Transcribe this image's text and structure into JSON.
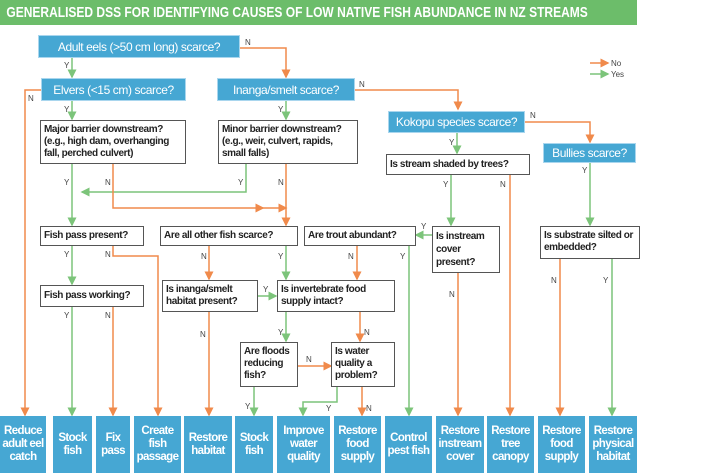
{
  "title": "GENERALISED DSS FOR IDENTIFYING CAUSES OF LOW NATIVE FISH ABUNDANCE IN NZ STREAMS",
  "legend": {
    "no": "No",
    "yes": "Yes"
  },
  "colors": {
    "no": "#f08a4b",
    "yes": "#7cc47a",
    "box": "#46a7d3",
    "header": "#6cbd6a"
  },
  "labels": {
    "yes": "Y",
    "no": "N"
  },
  "species_questions": {
    "adult_eels": "Adult eels (>50 cm long) scarce?",
    "elvers": "Elvers (<15 cm) scarce?",
    "inanga": "Inanga/smelt scarce?",
    "kokopu": "Kokopu species scarce?",
    "bullies": "Bullies scarce?"
  },
  "questions": {
    "major_barrier": "Major barrier downstream? (e.g., high dam, overhanging fall, perched culvert)",
    "minor_barrier": "Minor barrier downstream? (e.g., weir, culvert, rapids, small falls)",
    "shaded": "Is stream shaded by trees?",
    "fish_pass_present": "Fish pass present?",
    "all_other_scarce": "Are all other fish scarce?",
    "trout": "Are trout abundant?",
    "instream_cover": "Is instream cover present?",
    "substrate": "Is substrate silted or embedded?",
    "fish_pass_working": "Fish pass working?",
    "inanga_habitat": "Is inanga/smelt habitat present?",
    "invertebrate": "Is invertebrate food supply intact?",
    "floods": "Are floods reducing fish?",
    "water_quality": "Is water quality a problem?"
  },
  "actions": [
    "Reduce adult eel catch",
    "Stock fish",
    "Fix pass",
    "Create fish passage",
    "Restore habitat",
    "Stock fish",
    "Improve water quality",
    "Restore food supply",
    "Control pest fish",
    "Restore instream cover",
    "Restore tree canopy",
    "Restore food supply",
    "Restore physical habitat"
  ]
}
